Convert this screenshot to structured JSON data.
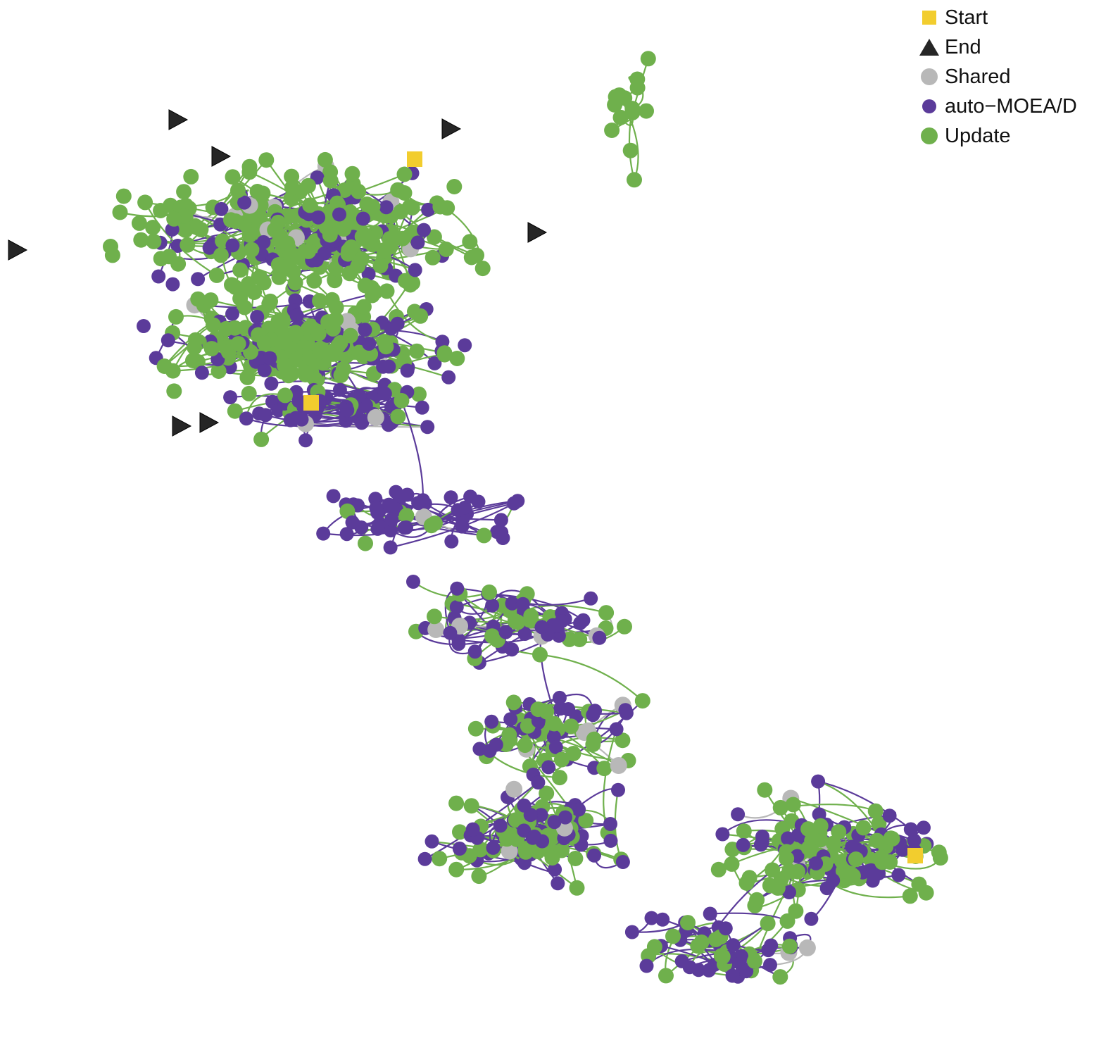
{
  "legend": {
    "start": "Start",
    "end": "End",
    "shared": "Shared",
    "auto": "auto−MOEA/D",
    "update": "Update"
  },
  "colors": {
    "start": "#f2cd2e",
    "end": "#262626",
    "shared": "#b8b8b8",
    "auto": "#5b3b9a",
    "update": "#6fb04c"
  }
}
